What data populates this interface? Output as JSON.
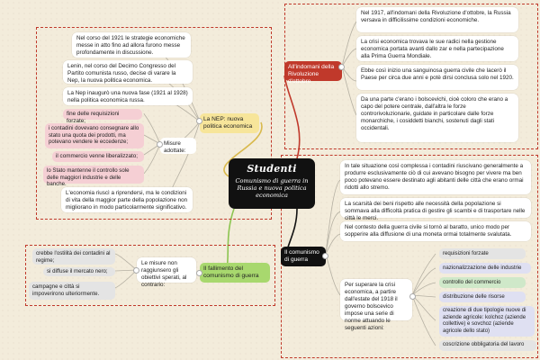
{
  "center": {
    "brand": "Studenti",
    "title": "Comunismo di guerra in Russia e nuova politica economica"
  },
  "nep": {
    "label": "La NEP: nuova politica economica",
    "intro": [
      "Nel corso del 1921 le strategie economiche messe in atto fino ad allora furono messe profondamente in discussione.",
      "Lenin, nel corso del Decimo Congresso del Partito comunista russo, decise di varare la Nep, la nuova politica economica.",
      "La Nep inaugurò una nuova fase (1921 al 1928) nella politica economica russa."
    ],
    "measures_label": "Misure adottate:",
    "measures": [
      "fine delle requisizioni forzate;",
      "i contadini dovevano consegnare allo stato una quota dei prodotti, ma potevano vendere le eccedenze;",
      "il commercio venne liberalizzato;",
      "lo Stato mantenne il controllo sole delle maggiori industrie e delle banche."
    ],
    "outcome": "L'economia riuscì a riprendersi, ma le condizioni di vita della maggior parte della popolazione non migliorano in modo particolarmente significativo."
  },
  "ottobre": {
    "label": "All'indomani della Rivoluzione d'ottobre",
    "items": [
      "Nel 1917, all'indomani della Rivoluzione d'ottobre, la Russia versava in difficilissime condizioni economiche.",
      "La crisi economica trovava le sue radici nella gestione economica portata avanti dallo zar e nella partecipazione alla Prima Guerra Mondiale.",
      "Ebbe così inizio una sanguinosa guerra civile che lacerò il Paese per circa due anni e potè dirsi conclusa solo nel 1920.",
      "Da una parte c'erano i bolscevichi, cioè coloro che erano a capo del potere centrale, dall'altra le forze controrivoluzionarie, guidate in particolare dalle forze monarchiche, i cosiddetti bianchi, sostenuti dagli stati occidentali."
    ]
  },
  "comunismo": {
    "label": "Il comunismo di guerra",
    "items": [
      "In tale situazione così complessa i contadini riuscivano generalmente a produrre esclusivamente ciò di cui avevano bisogno per vivere ma ben poco potevano essere destinato agli abitanti delle città che erano ormai ridotti allo stremo.",
      "La scarsità dei beni rispetto alle necessità della popolazione si sommava alla difficoltà pratica di gestire gli scambi e di trasportare nelle città le merci.",
      "Nel contesto della guerra civile si tornò al baratto, unico modo per sopperire alla diffusione di una moneta ormai totalmente svalutata."
    ],
    "measures_intro": "Per superare la crisi economica, a partire dall'estate del 1918 il governo bolscevico impose una serie di norme attuando le seguenti azioni:",
    "measures": [
      "requisizioni forzate",
      "nazionalizzazione delle industrie",
      "controllo del commercio",
      "distribuzione delle risorse",
      "creazione di due tipologie nuove di aziende agricole: kolchoz (aziende collettive) e sovchoz (aziende agricole dello stato)",
      "coscrizione obbligatoria del lavoro"
    ]
  },
  "fallimento": {
    "label": "Il fallimento del comunismo di guerra",
    "intro": "Le misure non raggiunsero gli obiettivi sperati, al contrario:",
    "items": [
      "crebbe l'ostilità dei contadini al regime;",
      "si diffuse il mercato nero;",
      "campagne e città si impoverirono ulteriormente."
    ]
  },
  "colors": {
    "frame": "#c0392b",
    "nep_node": "#f7e59a",
    "ottobre_node": "#c0392b",
    "comunismo_node": "#111111",
    "fallimento_node": "#a8d86e"
  }
}
